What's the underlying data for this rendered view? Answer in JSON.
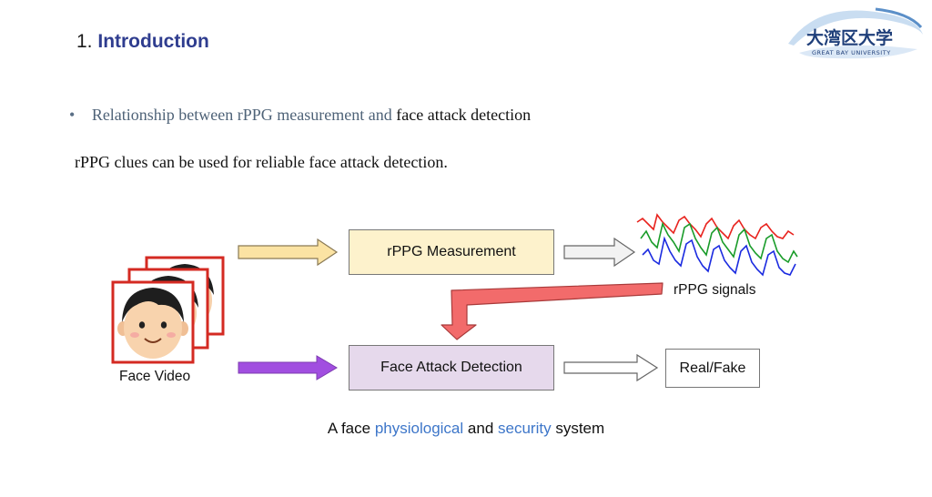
{
  "header": {
    "section_number": "1.",
    "section_title": "Introduction"
  },
  "logo": {
    "name_cn": "大湾区大学",
    "name_en": "GREAT BAY UNIVERSITY",
    "accent": "#5b8fc8"
  },
  "bullet": {
    "text_part1": "Relationship between rPPG measurement and",
    "text_part2": "face attack detection"
  },
  "statement": "rPPG clues can be used for reliable face attack detection.",
  "diagram": {
    "input_label": "Face Video",
    "rppg_box": "rPPG Measurement",
    "signals_label": "rPPG signals",
    "detection_box": "Face Attack Detection",
    "output_box": "Real/Fake",
    "colors": {
      "yellow_arrow": "#fbe3a3",
      "purple_arrow": "#a14ee0",
      "red_arrow": "#f26b6b",
      "rppg_fill": "#fdf2cc",
      "detection_fill": "#e6d9ec",
      "signal_red": "#e8231e",
      "signal_green": "#1a9c2a",
      "signal_blue": "#1b2be0",
      "frame_red": "#d42a22"
    }
  },
  "caption": {
    "part1": "A face",
    "highlight1": "physiological",
    "part2": "and",
    "highlight2": "security",
    "part3": "system"
  }
}
